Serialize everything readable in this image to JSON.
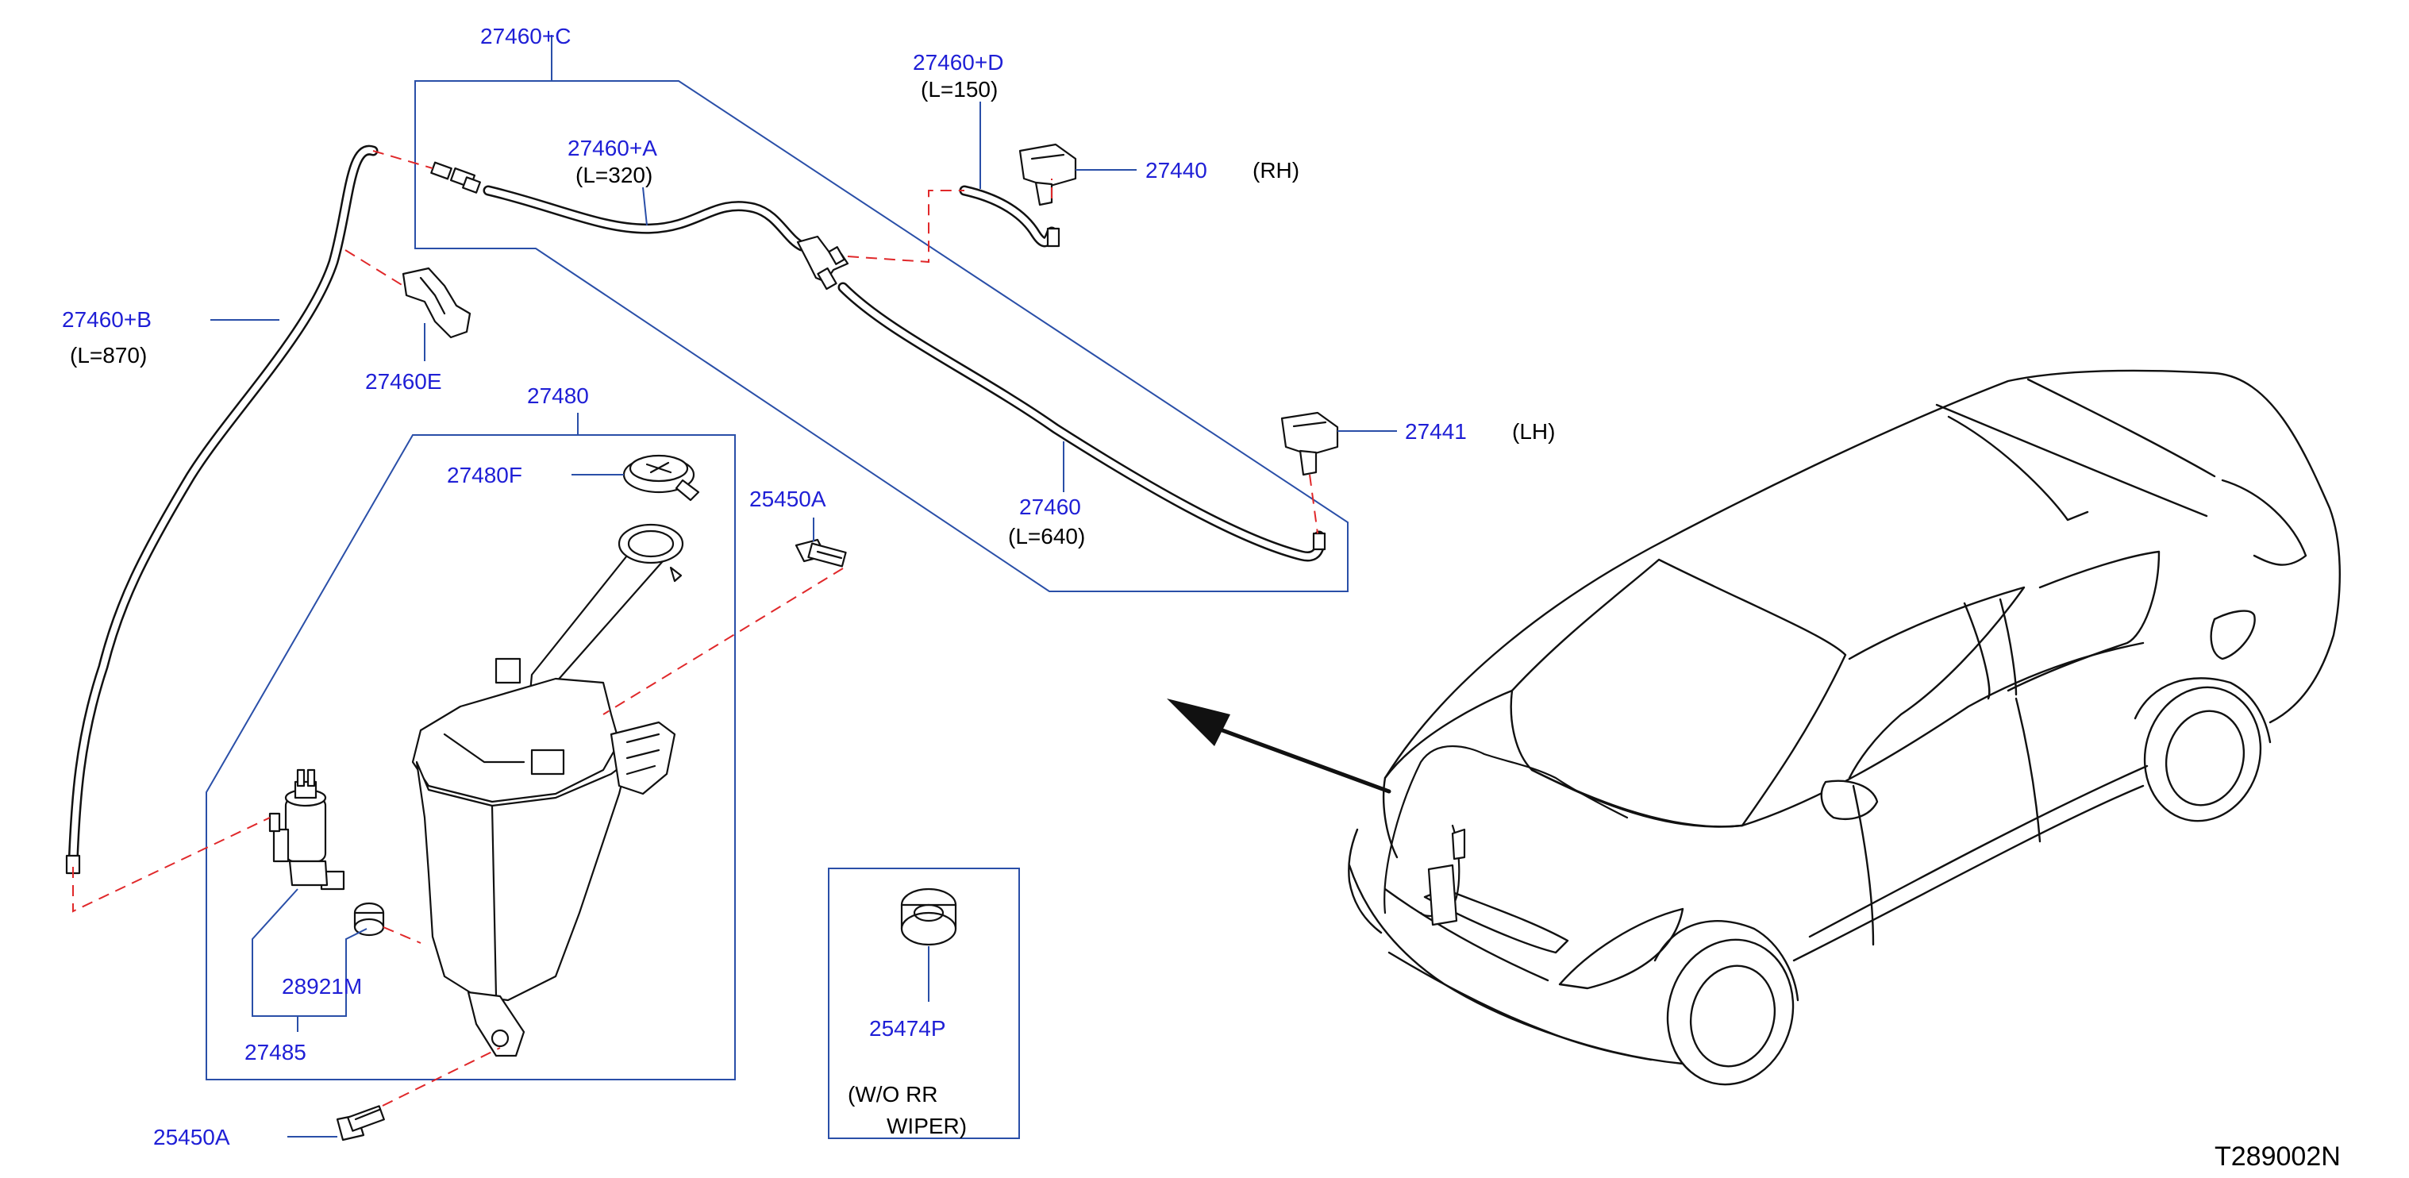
{
  "colors": {
    "part_number": "#1f1fd6",
    "leader": "#2a4fa8",
    "dashed": "#e0282a",
    "ink": "#111111"
  },
  "labels": {
    "p_27460_c": "27460+C",
    "p_27460_d": "27460+D",
    "p_27460_d_len": "(L=150)",
    "p_27460_a": "27460+A",
    "p_27460_a_len": "(L=320)",
    "p_27440": "27440",
    "p_27440_side": "(RH)",
    "p_27460_b": "27460+B",
    "p_27460_b_len": "(L=870)",
    "p_27460e": "27460E",
    "p_27480": "27480",
    "p_27441": "27441",
    "p_27441_side": "(LH)",
    "p_27480f": "27480F",
    "p_25450a_top": "25450A",
    "p_27460": "27460",
    "p_27460_len": "(L=640)",
    "p_28921m": "28921M",
    "p_27485": "27485",
    "p_25474p": "25474P",
    "note_wo_line1": "(W/O   RR",
    "note_wo_line2": "WIPER)",
    "p_25450a_bottom": "25450A",
    "diagram_code": "T289002N"
  }
}
